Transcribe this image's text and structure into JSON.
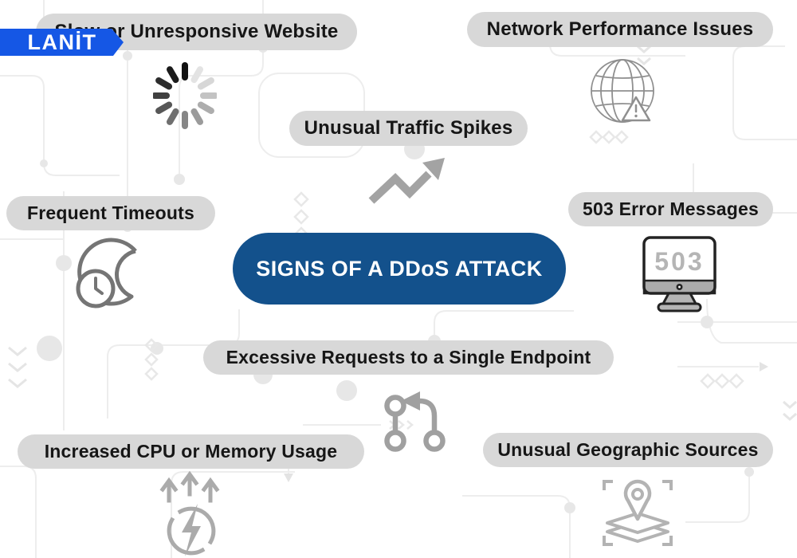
{
  "brand": {
    "logo_text": "LANİT"
  },
  "center": {
    "label": "SIGNS OF A DDoS ATTACK"
  },
  "signs": [
    {
      "id": "slow-website",
      "label": "Slow or Unresponsive Website",
      "icon": "loading-spinner-icon"
    },
    {
      "id": "network-performance",
      "label": "Network Performance Issues",
      "icon": "globe-warning-icon"
    },
    {
      "id": "traffic-spikes",
      "label": "Unusual Traffic Spikes",
      "icon": "trending-up-arrow-icon"
    },
    {
      "id": "frequent-timeouts",
      "label": "Frequent Timeouts",
      "icon": "moon-clock-icon"
    },
    {
      "id": "503-errors",
      "label": "503 Error Messages",
      "icon": "monitor-503-icon",
      "monitor_text": "503"
    },
    {
      "id": "excessive-requests",
      "label": "Excessive Requests to a Single Endpoint",
      "icon": "git-request-icon"
    },
    {
      "id": "cpu-memory",
      "label": "Increased CPU or Memory Usage",
      "icon": "power-surge-icon"
    },
    {
      "id": "geographic-sources",
      "label": "Unusual Geographic Sources",
      "icon": "map-pin-icon"
    }
  ],
  "colors": {
    "accent_blue": "#13518C",
    "logo_blue": "#1557E5",
    "pill_gray": "#D8D8D8",
    "icon_gray": "#A0A0A0",
    "monitor_outline": "#232323",
    "text_dark": "#161616"
  }
}
